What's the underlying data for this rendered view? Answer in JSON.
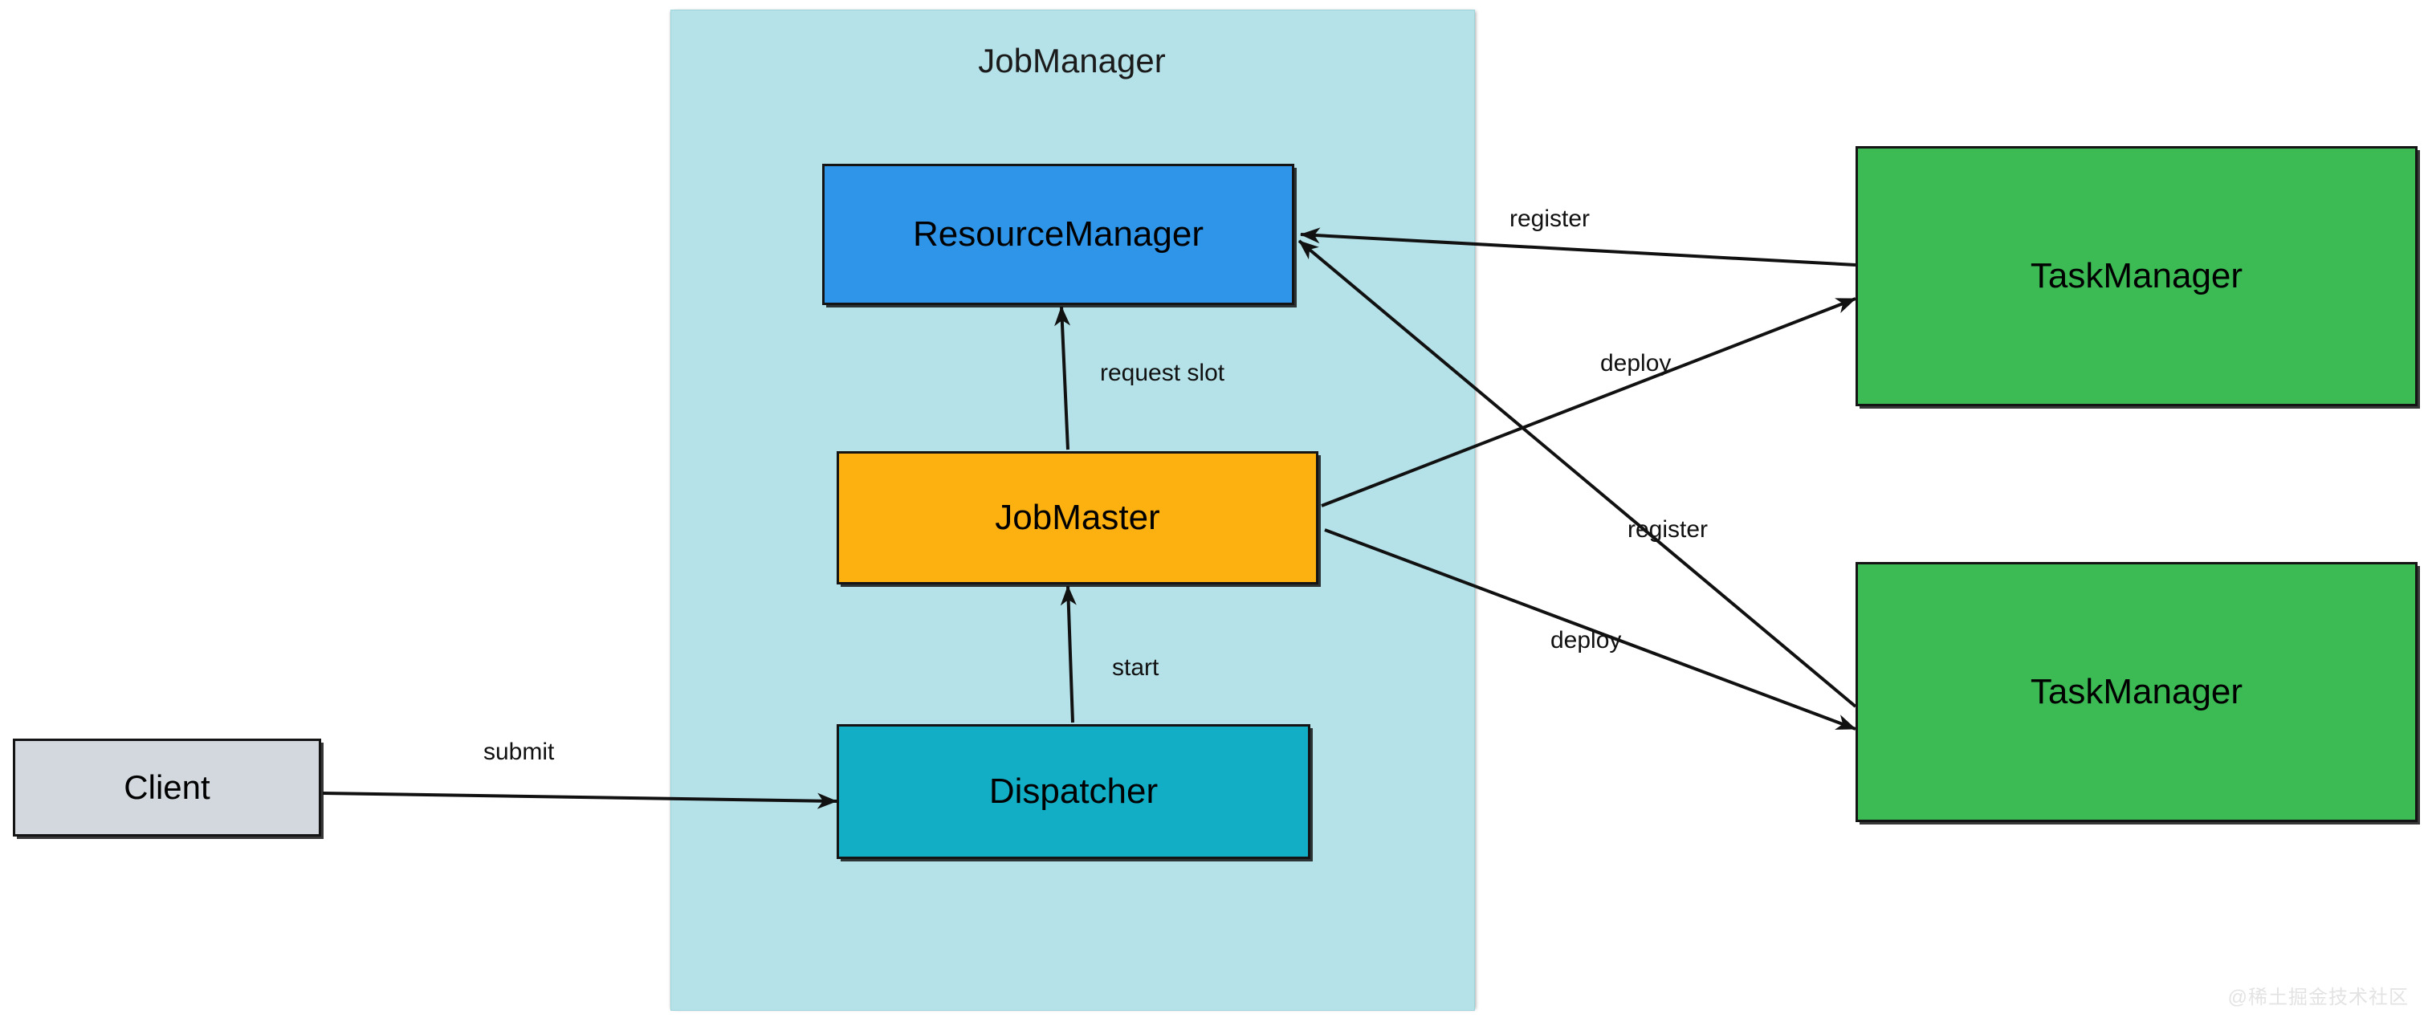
{
  "diagram": {
    "title": "Flink JobManager / TaskManager architecture",
    "background": "#ffffff"
  },
  "container": {
    "name": "JobManager",
    "label": "JobManager",
    "fill": "#b4e2e8"
  },
  "nodes": [
    {
      "id": "resourcemanager",
      "label": "ResourceManager",
      "fill": "#2e95e8",
      "stroke": "#141414"
    },
    {
      "id": "jobmaster",
      "label": "JobMaster",
      "fill": "#fcb110",
      "stroke": "#141414"
    },
    {
      "id": "dispatcher",
      "label": "Dispatcher",
      "fill": "#12aec6",
      "stroke": "#141414"
    },
    {
      "id": "client",
      "label": "Client",
      "fill": "#d2d8dd",
      "stroke": "#141414"
    },
    {
      "id": "taskmanager-1",
      "label": "TaskManager",
      "fill": "#3cba54",
      "stroke": "#141414"
    },
    {
      "id": "taskmanager-2",
      "label": "TaskManager",
      "fill": "#3cba54",
      "stroke": "#141414"
    }
  ],
  "edges": [
    {
      "id": "submit",
      "label": "submit",
      "from": "client",
      "to": "dispatcher"
    },
    {
      "id": "start",
      "label": "start",
      "from": "dispatcher",
      "to": "jobmaster"
    },
    {
      "id": "request-slot",
      "label": "request slot",
      "from": "jobmaster",
      "to": "resourcemanager"
    },
    {
      "id": "register-1",
      "label": "register",
      "from": "taskmanager-1",
      "to": "resourcemanager"
    },
    {
      "id": "register-2",
      "label": "register",
      "from": "taskmanager-2",
      "to": "resourcemanager"
    },
    {
      "id": "deploy-1",
      "label": "deploy",
      "from": "jobmaster",
      "to": "taskmanager-1"
    },
    {
      "id": "deploy-2",
      "label": "deploy",
      "from": "jobmaster",
      "to": "taskmanager-2"
    }
  ],
  "watermark": {
    "text": "@稀土掘金技术社区"
  }
}
